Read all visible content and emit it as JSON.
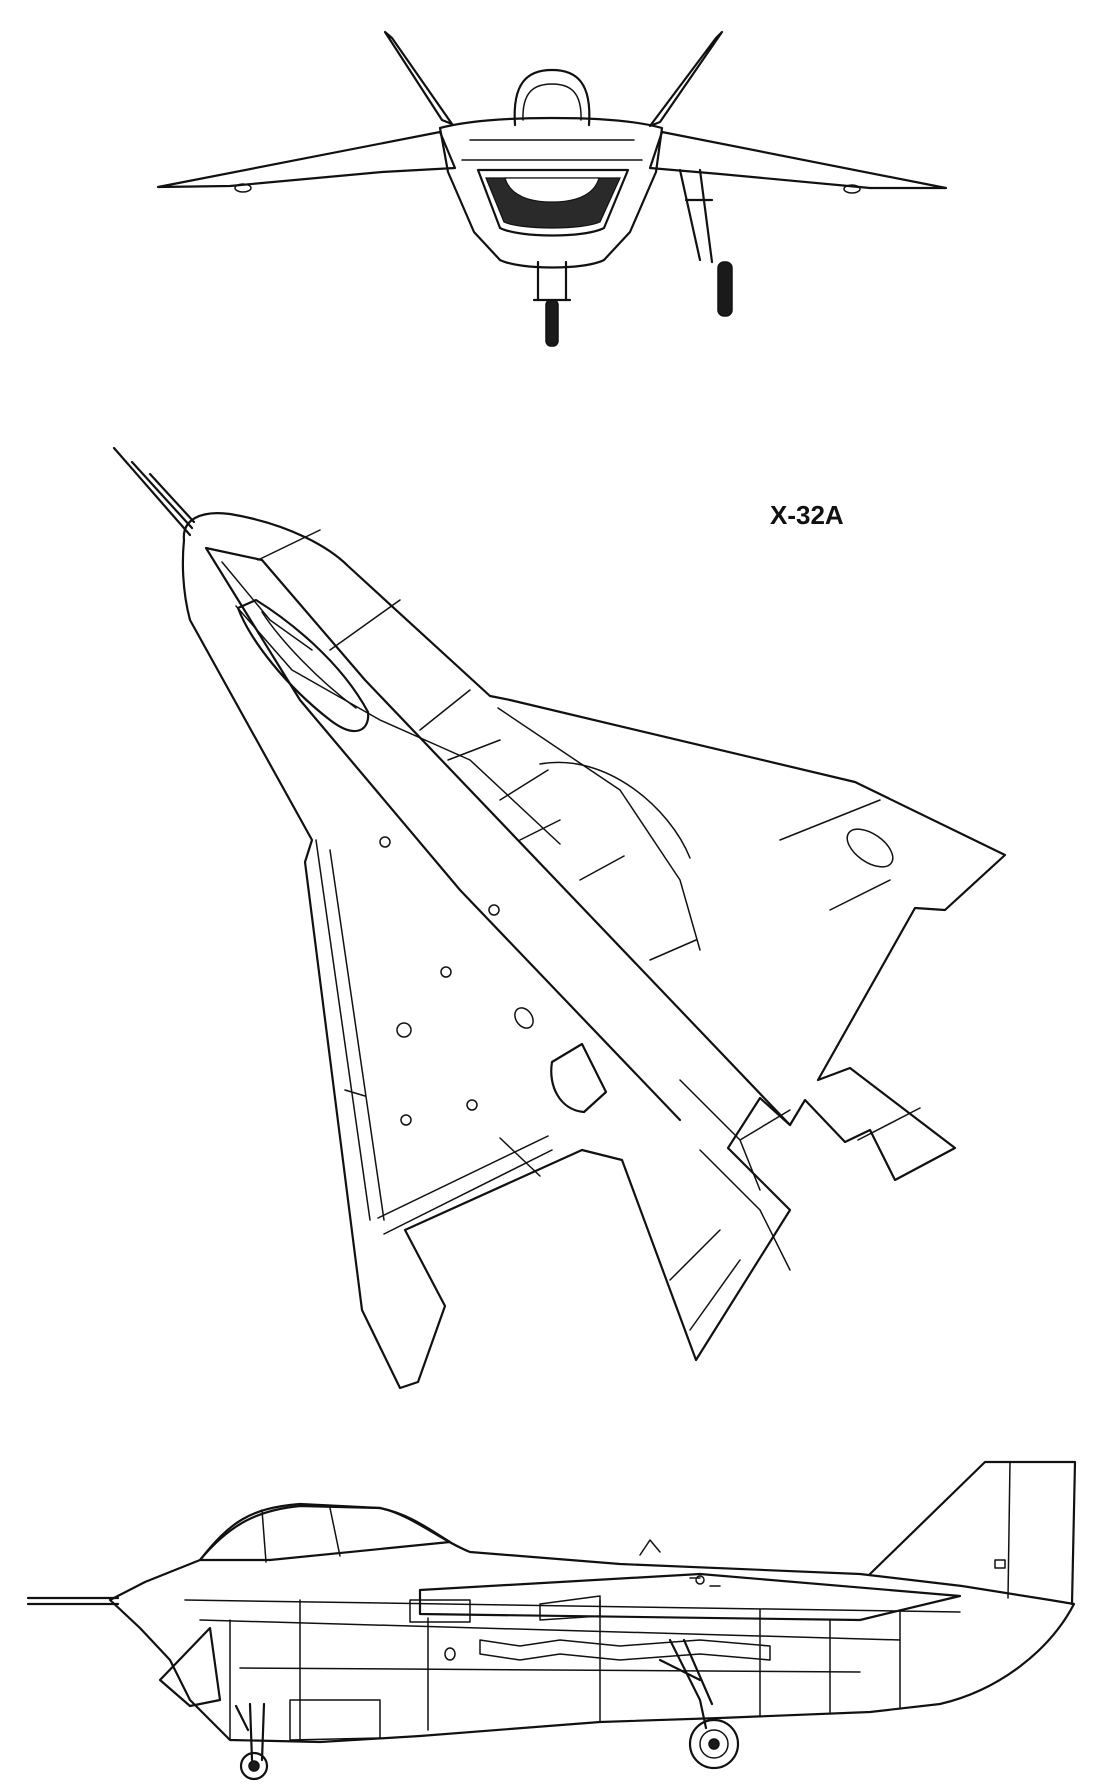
{
  "diagram": {
    "title": "X-32A",
    "views": [
      "front-view",
      "top-view",
      "side-view"
    ]
  }
}
